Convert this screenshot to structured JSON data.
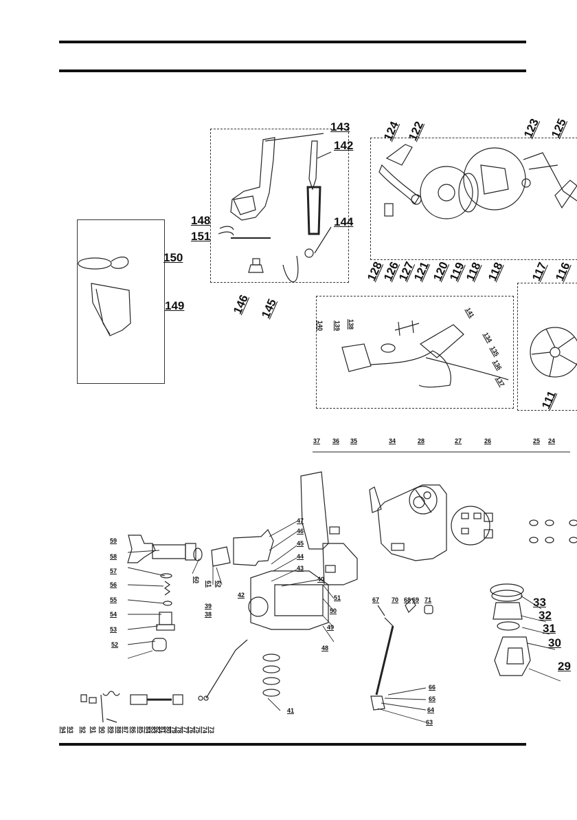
{
  "page": {
    "top_rules": 2,
    "bottom_rules": 1
  },
  "groups": {
    "gun": [
      "143",
      "142",
      "148",
      "151",
      "144",
      "146",
      "145"
    ],
    "reel": [
      "124",
      "122",
      "123",
      "125",
      "128",
      "126",
      "127",
      "121",
      "120",
      "119",
      "118",
      "118",
      "117",
      "116"
    ],
    "bag": [
      "150",
      "149"
    ],
    "cord": [
      "140",
      "139",
      "138",
      "141",
      "134",
      "135",
      "136",
      "137"
    ],
    "fan": [
      "111"
    ],
    "pump_top": [
      "37",
      "36",
      "35",
      "34",
      "28",
      "27",
      "26",
      "25",
      "24"
    ],
    "pump_left": [
      "59",
      "58",
      "57",
      "56",
      "55",
      "54",
      "53",
      "52",
      "60",
      "61",
      "62",
      "47",
      "46",
      "45",
      "44",
      "43",
      "40",
      "42",
      "39",
      "38",
      "41",
      "51",
      "50",
      "49",
      "48"
    ],
    "unloader": [
      "67",
      "70",
      "68",
      "69",
      "71",
      "66",
      "65",
      "64",
      "63"
    ],
    "motor_seal": [
      "33",
      "32",
      "31",
      "30",
      "29"
    ],
    "valve_row": [
      "94",
      "93",
      "92",
      "91",
      "90",
      "89",
      "88",
      "87",
      "86",
      "85",
      "84",
      "83",
      "82",
      "81",
      "80",
      "79",
      "78",
      "77",
      "76",
      "75",
      "74",
      "73"
    ]
  }
}
